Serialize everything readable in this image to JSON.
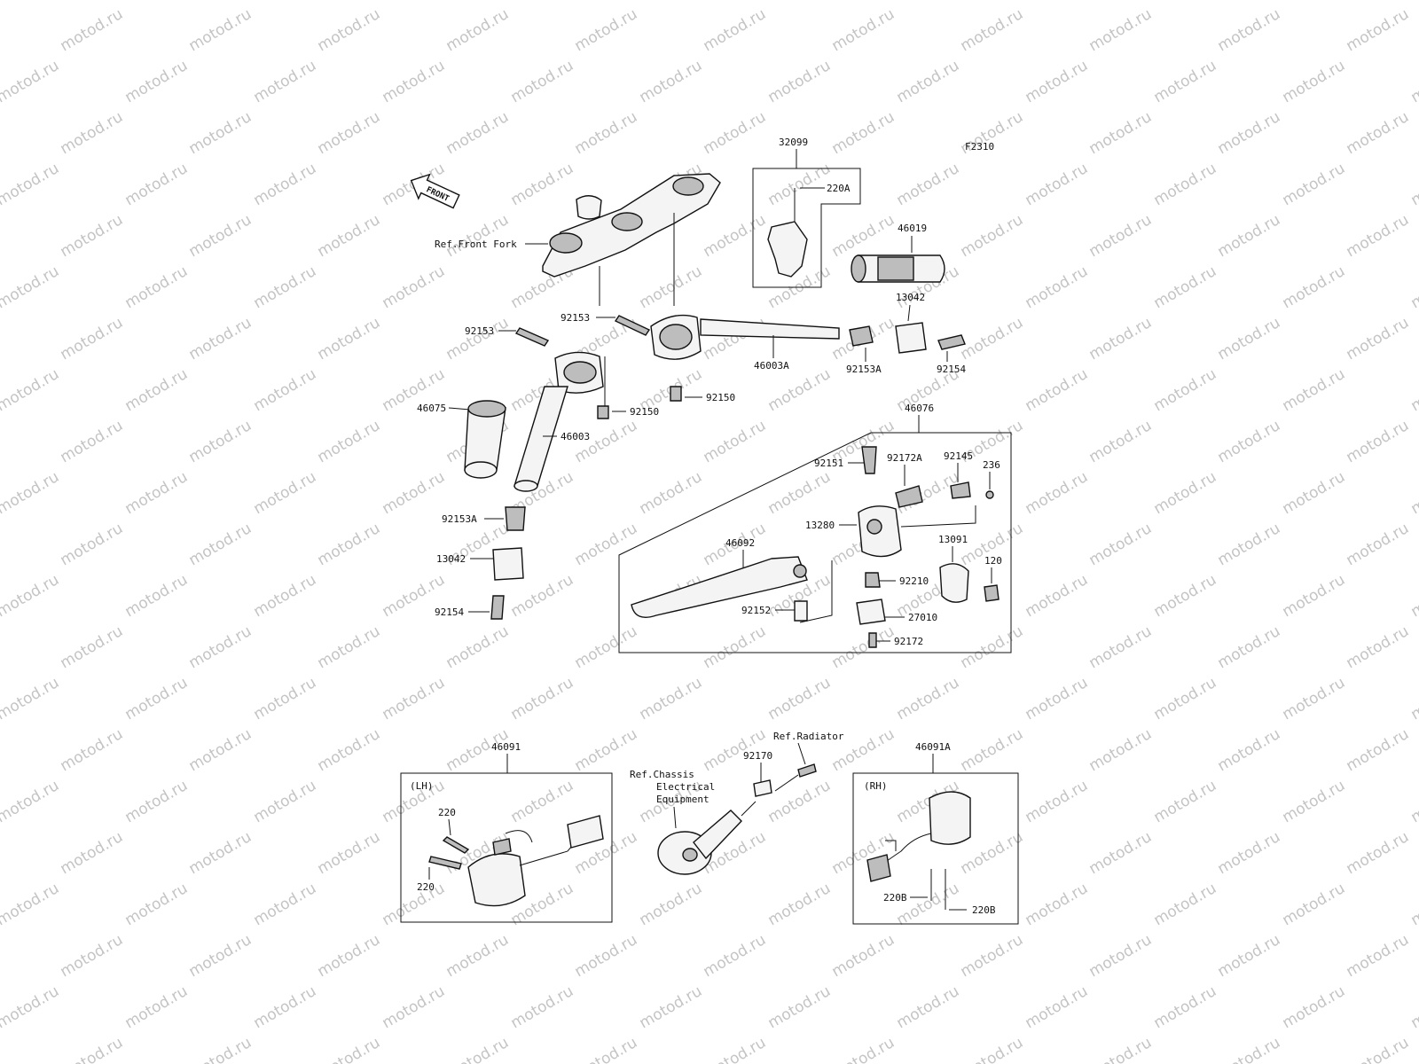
{
  "figure_id": "F2310",
  "watermark_text": "motod.ru",
  "front_arrow_text": "FRONT",
  "callouts": {
    "ref_front_fork": "Ref.Front Fork",
    "c32099": "32099",
    "c220A": "220A",
    "c46019": "46019",
    "c13042_r": "13042",
    "c92153_upper": "92153",
    "c92153_left": "92153",
    "c92153A_r": "92153A",
    "c92154_r": "92154",
    "c46003A": "46003A",
    "c92150_r": "92150",
    "c92150_l": "92150",
    "c46075": "46075",
    "c46003": "46003",
    "c92153A_l": "92153A",
    "c13042_l": "13042",
    "c92154_l": "92154",
    "c46076": "46076",
    "c92151": "92151",
    "c92172A": "92172A",
    "c92145": "92145",
    "c236": "236",
    "c13280": "13280",
    "c46092": "46092",
    "c13091": "13091",
    "c120": "120",
    "c92210": "92210",
    "c92152": "92152",
    "c27010": "27010",
    "c92172": "92172",
    "c46091": "46091",
    "lh": "(LH)",
    "c220_a": "220",
    "c220_b": "220",
    "ref_radiator": "Ref.Radiator",
    "c92170": "92170",
    "ref_chassis_1": "Ref.Chassis",
    "ref_chassis_2": "Electrical",
    "ref_chassis_3": "Equipment",
    "c46091A": "46091A",
    "rh": "(RH)",
    "c220B_a": "220B",
    "c220B_b": "220B"
  }
}
